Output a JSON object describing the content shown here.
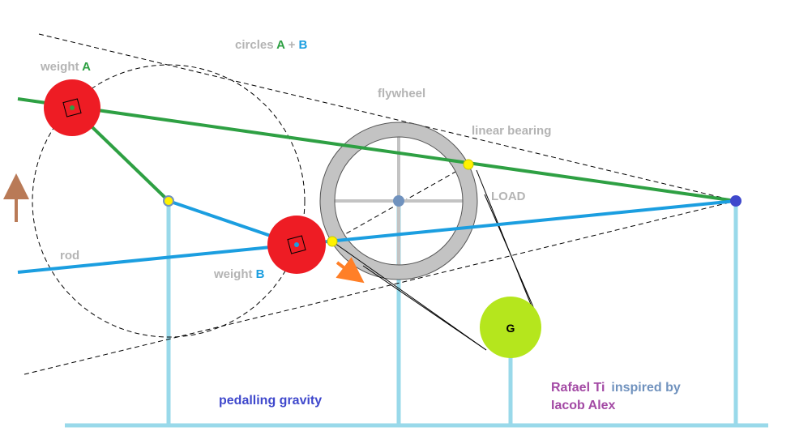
{
  "labels": {
    "circles_prefix": "circles ",
    "circles_a": "A",
    "circles_plus": " + ",
    "circles_b": "B",
    "weight_a_prefix": "weight ",
    "weight_a_letter": "A",
    "weight_b_prefix": "weight ",
    "weight_b_letter": "B",
    "flywheel": "flywheel",
    "linear_bearing": "linear bearing",
    "load": "LOAD",
    "rod": "rod",
    "generator": "G",
    "title": "pedalling gravity",
    "credit_author": "Rafael Ti",
    "credit_inspired": "inspired by",
    "credit_name": "Iacob Alex"
  },
  "colors": {
    "green_rod": "#2ea043",
    "blue_rod": "#1b9ee0",
    "weight_red": "#ee1c24",
    "flywheel_gray": "#c3c3c3",
    "support_cyan": "#99d9ea",
    "generator_lime": "#b5e61d",
    "bearing_yellow": "#fff200",
    "pivot_blue": "#3f48cc",
    "hub_blue": "#7092be",
    "label_gray": "#b4b4b4",
    "title_blue": "#3f48cc",
    "credit_purple": "#a349a4",
    "credit_blue": "#7092be",
    "up_arrow_brown": "#b97a57",
    "down_arrow_orange": "#ff7f27"
  }
}
